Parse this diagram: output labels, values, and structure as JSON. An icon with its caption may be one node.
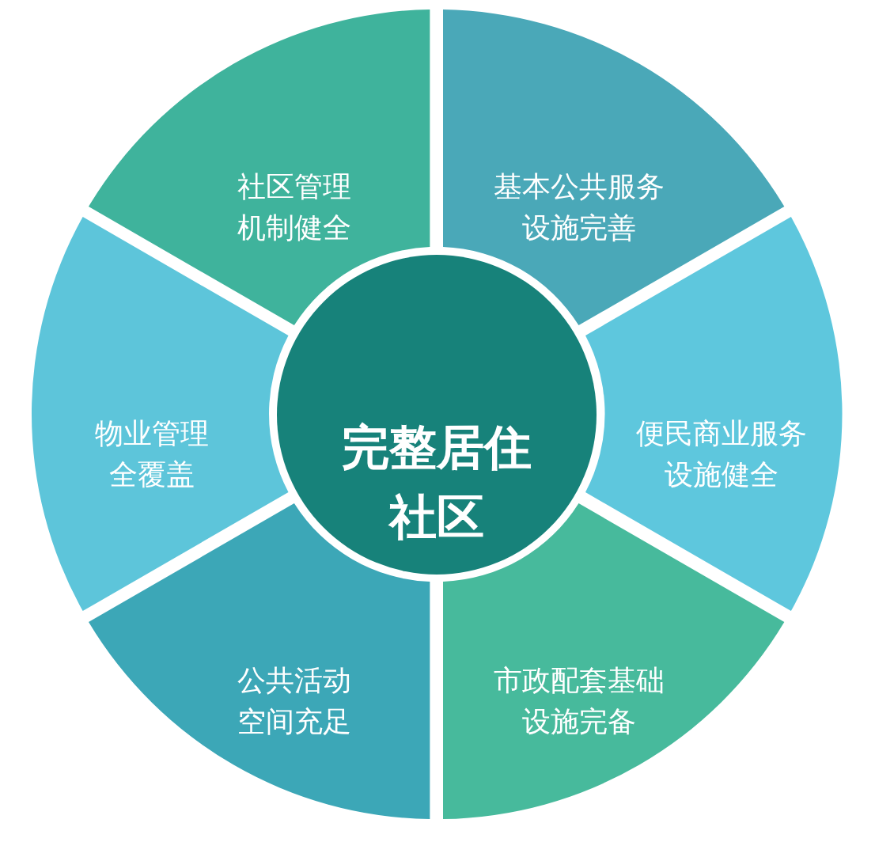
{
  "diagram": {
    "nodes": [
      {
        "text": [
          "完整居住社区"
        ]
      },
      {
        "text": [
          "社区管理机制健全"
        ]
      },
      {
        "text": [
          "基本公共服务设施完善"
        ]
      },
      {
        "text": [
          "便民商业服务设施健全"
        ]
      },
      {
        "text": [
          "市政配套基础设施完备"
        ]
      },
      {
        "text": [
          "公共活动空间充足"
        ]
      },
      {
        "text": [
          "物业管理全覆盖"
        ]
      }
    ]
  }
}
